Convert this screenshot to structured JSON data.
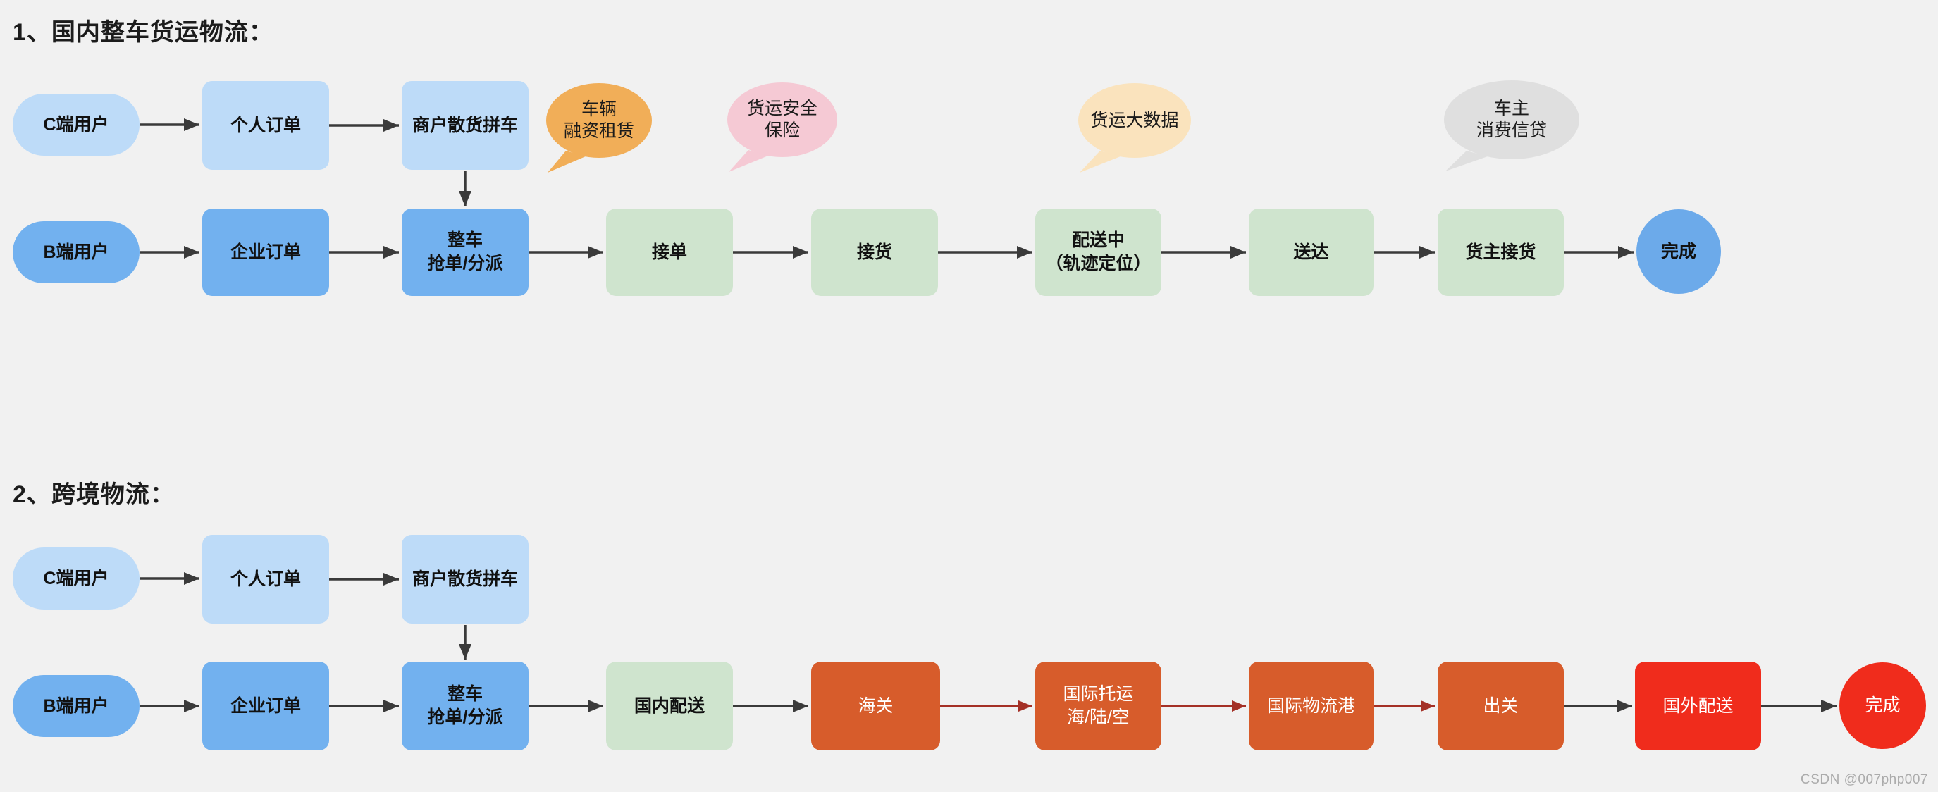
{
  "watermark": "CSDN @007php007",
  "colors": {
    "background": "#f1f1f1",
    "light_blue": "#bddbf8",
    "mid_blue": "#72b1ef",
    "green": "#cfe4ce",
    "burnt_orange": "#d75c2b",
    "bright_red": "#f02c1c",
    "done_blue": "#6caaea",
    "arrow_black": "#3a3a3a",
    "arrow_dark_red": "#a43026"
  },
  "flow1": {
    "title": "1、国内整车货运物流：",
    "c_user": "C端用户",
    "personal_order": "个人订单",
    "merchant_pool": "商户散货拼车",
    "b_user": "B端用户",
    "enterprise_order": "企业订单",
    "truck_dispatch": "整车\n抢单/分派",
    "accept_order": "接单",
    "pickup": "接货",
    "delivering": "配送中\n（轨迹定位）",
    "delivered": "送达",
    "owner_receive": "货主接货",
    "done": "完成",
    "bubbles": [
      {
        "label": "车辆\n融资租赁",
        "color": "#f1ae58"
      },
      {
        "label": "货运安全\n保险",
        "color": "#f5c9d4"
      },
      {
        "label": "货运大数据",
        "color": "#fae3bd"
      },
      {
        "label": "车主\n消费信贷",
        "color": "#dfdfdf"
      }
    ]
  },
  "flow2": {
    "title": "2、跨境物流：",
    "c_user": "C端用户",
    "personal_order": "个人订单",
    "merchant_pool": "商户散货拼车",
    "b_user": "B端用户",
    "enterprise_order": "企业订单",
    "truck_dispatch": "整车\n抢单/分派",
    "domestic_delivery": "国内配送",
    "customs": "海关",
    "intl_shipping": "国际托运\n海/陆/空",
    "intl_port": "国际物流港",
    "exit_customs": "出关",
    "foreign_delivery": "国外配送",
    "done": "完成"
  }
}
